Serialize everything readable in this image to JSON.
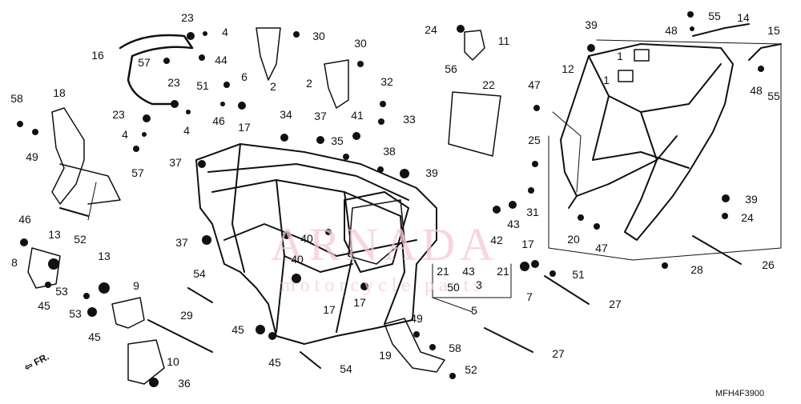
{
  "diagram_code": "MFH4F3900",
  "front_marker": "FR.",
  "watermark": {
    "title": "ARNADA",
    "subtitle": "motorcycle parts"
  },
  "colors": {
    "line": "#111111",
    "watermark": "#f6c7dc",
    "background": "#ffffff"
  },
  "callouts": [
    {
      "id": "c23a",
      "text": "23"
    },
    {
      "id": "c4a",
      "text": "4"
    },
    {
      "id": "c30a",
      "text": "30"
    },
    {
      "id": "c30b",
      "text": "30"
    },
    {
      "id": "c24a",
      "text": "24"
    },
    {
      "id": "c11",
      "text": "11"
    },
    {
      "id": "c39a",
      "text": "39"
    },
    {
      "id": "c55",
      "text": "55"
    },
    {
      "id": "c14",
      "text": "14"
    },
    {
      "id": "c48a",
      "text": "48"
    },
    {
      "id": "c15",
      "text": "15"
    },
    {
      "id": "c16",
      "text": "16"
    },
    {
      "id": "c57a",
      "text": "57"
    },
    {
      "id": "c44",
      "text": "44"
    },
    {
      "id": "c2a",
      "text": "2"
    },
    {
      "id": "c56",
      "text": "56"
    },
    {
      "id": "c12",
      "text": "12"
    },
    {
      "id": "c1a",
      "text": "1"
    },
    {
      "id": "c1b",
      "text": "1"
    },
    {
      "id": "c23b",
      "text": "23"
    },
    {
      "id": "c51a",
      "text": "51"
    },
    {
      "id": "c6",
      "text": "6"
    },
    {
      "id": "c2b",
      "text": "2"
    },
    {
      "id": "c32",
      "text": "32"
    },
    {
      "id": "c22",
      "text": "22"
    },
    {
      "id": "c47a",
      "text": "47"
    },
    {
      "id": "c48b",
      "text": "48"
    },
    {
      "id": "c58a",
      "text": "58"
    },
    {
      "id": "c18",
      "text": "18"
    },
    {
      "id": "c23c",
      "text": "23"
    },
    {
      "id": "c4b",
      "text": "4"
    },
    {
      "id": "c46a",
      "text": "46"
    },
    {
      "id": "c17a",
      "text": "17"
    },
    {
      "id": "c34",
      "text": "34"
    },
    {
      "id": "c37a",
      "text": "37"
    },
    {
      "id": "c41",
      "text": "41"
    },
    {
      "id": "c33",
      "text": "33"
    },
    {
      "id": "c55b",
      "text": "55"
    },
    {
      "id": "c4c",
      "text": "4"
    },
    {
      "id": "c35",
      "text": "35"
    },
    {
      "id": "c49a",
      "text": "49"
    },
    {
      "id": "c57b",
      "text": "57"
    },
    {
      "id": "c38",
      "text": "38"
    },
    {
      "id": "c39b",
      "text": "39"
    },
    {
      "id": "c25",
      "text": "25"
    },
    {
      "id": "c37b",
      "text": "37"
    },
    {
      "id": "c31",
      "text": "31"
    },
    {
      "id": "c39c",
      "text": "39"
    },
    {
      "id": "c24b",
      "text": "24"
    },
    {
      "id": "c43a",
      "text": "43"
    },
    {
      "id": "c46b",
      "text": "46"
    },
    {
      "id": "c52a",
      "text": "52"
    },
    {
      "id": "c20",
      "text": "20"
    },
    {
      "id": "c42",
      "text": "42"
    },
    {
      "id": "c40a",
      "text": "40"
    },
    {
      "id": "c37c",
      "text": "37"
    },
    {
      "id": "c13a",
      "text": "13"
    },
    {
      "id": "c17b",
      "text": "17"
    },
    {
      "id": "c47b",
      "text": "47"
    },
    {
      "id": "c28",
      "text": "28"
    },
    {
      "id": "c26",
      "text": "26"
    },
    {
      "id": "c8",
      "text": "8"
    },
    {
      "id": "c40b",
      "text": "40"
    },
    {
      "id": "c13b",
      "text": "13"
    },
    {
      "id": "c21a",
      "text": "21"
    },
    {
      "id": "c43b",
      "text": "43"
    },
    {
      "id": "c21b",
      "text": "21"
    },
    {
      "id": "c51b",
      "text": "51"
    },
    {
      "id": "c54a",
      "text": "54"
    },
    {
      "id": "c50",
      "text": "50"
    },
    {
      "id": "c3",
      "text": "3"
    },
    {
      "id": "c53a",
      "text": "53"
    },
    {
      "id": "c9",
      "text": "9"
    },
    {
      "id": "c7",
      "text": "7"
    },
    {
      "id": "c45a",
      "text": "45"
    },
    {
      "id": "c17c",
      "text": "17"
    },
    {
      "id": "c17d",
      "text": "17"
    },
    {
      "id": "c27a",
      "text": "27"
    },
    {
      "id": "c53b",
      "text": "53"
    },
    {
      "id": "c5",
      "text": "5"
    },
    {
      "id": "c29",
      "text": "29"
    },
    {
      "id": "c45b",
      "text": "45"
    },
    {
      "id": "c49b",
      "text": "49"
    },
    {
      "id": "c45c",
      "text": "45"
    },
    {
      "id": "c58b",
      "text": "58"
    },
    {
      "id": "c10",
      "text": "10"
    },
    {
      "id": "c19",
      "text": "19"
    },
    {
      "id": "c27b",
      "text": "27"
    },
    {
      "id": "c45d",
      "text": "45"
    },
    {
      "id": "c54b",
      "text": "54"
    },
    {
      "id": "c36",
      "text": "36"
    },
    {
      "id": "c52b",
      "text": "52"
    }
  ]
}
